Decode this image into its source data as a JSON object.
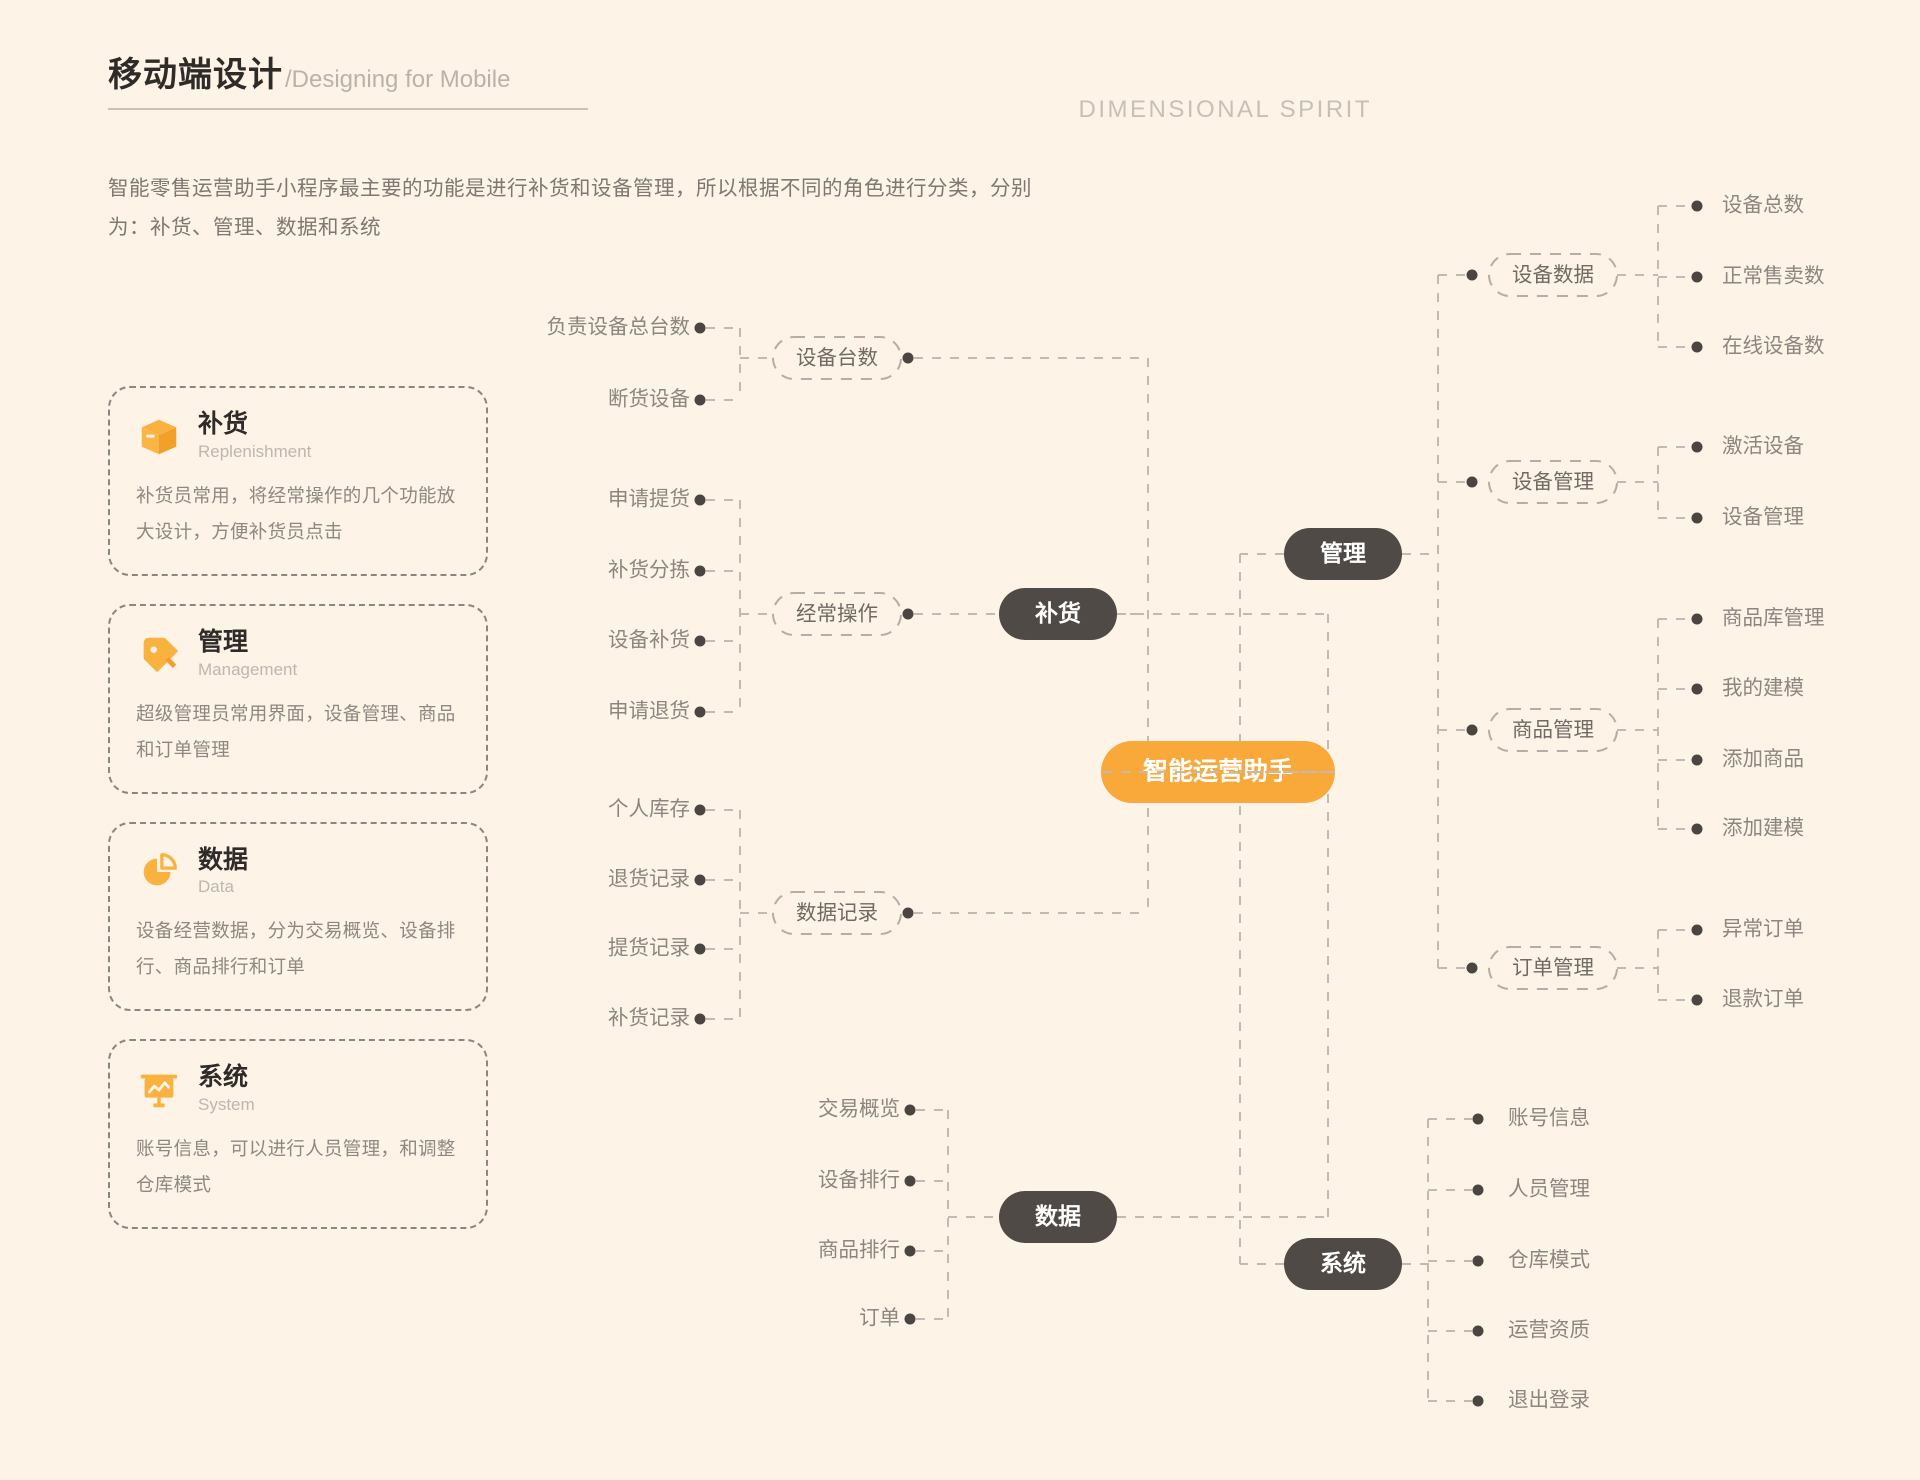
{
  "header": {
    "title_cn": "移动端设计",
    "title_en": "/Designing for Mobile",
    "brand": "DIMENSIONAL SPIRIT",
    "intro_line1": "智能零售运营助手小程序最主要的功能是进行补货和设备管理，所以根据不同的角色进行分类，分别",
    "intro_line2": "为：补货、管理、数据和系统"
  },
  "colors": {
    "background": "#fdf3e7",
    "accent_orange": "#f9a93a",
    "pill_dark": "#4f4a45",
    "text_muted": "#8b8680",
    "dash_line": "#c2bbb3"
  },
  "cards": [
    {
      "icon": "box-icon",
      "title_cn": "补货",
      "title_en": "Replenishment",
      "desc": "补货员常用，将经常操作的几个功能放大设计，方便补货员点击"
    },
    {
      "icon": "tag-icon",
      "title_cn": "管理",
      "title_en": "Management",
      "desc": "超级管理员常用界面，设备管理、商品和订单管理"
    },
    {
      "icon": "pie-chart-icon",
      "title_cn": "数据",
      "title_en": "Data",
      "desc": "设备经营数据，分为交易概览、设备排行、商品排行和订单"
    },
    {
      "icon": "presentation-chart-icon",
      "title_cn": "系统",
      "title_en": "System",
      "desc": "账号信息，可以进行人员管理，和调整仓库模式"
    }
  ],
  "mindmap": {
    "root": "智能运营助手",
    "branches": [
      {
        "name": "补货",
        "side": "left",
        "groups": [
          {
            "name": "设备台数",
            "leaves": [
              "负责设备总台数",
              "断货设备"
            ]
          },
          {
            "name": "经常操作",
            "leaves": [
              "申请提货",
              "补货分拣",
              "设备补货",
              "申请退货"
            ]
          },
          {
            "name": "数据记录",
            "leaves": [
              "个人库存",
              "退货记录",
              "提货记录",
              "补货记录"
            ]
          }
        ]
      },
      {
        "name": "数据",
        "side": "left",
        "groups": [
          {
            "name": "",
            "leaves": [
              "交易概览",
              "设备排行",
              "商品排行",
              "订单"
            ]
          }
        ]
      },
      {
        "name": "管理",
        "side": "right",
        "groups": [
          {
            "name": "设备数据",
            "leaves": [
              "设备总数",
              "正常售卖数",
              "在线设备数"
            ]
          },
          {
            "name": "设备管理",
            "leaves": [
              "激活设备",
              "设备管理"
            ]
          },
          {
            "name": "商品管理",
            "leaves": [
              "商品库管理",
              "我的建模",
              "添加商品",
              "添加建模"
            ]
          },
          {
            "name": "订单管理",
            "leaves": [
              "异常订单",
              "退款订单"
            ]
          }
        ]
      },
      {
        "name": "系统",
        "side": "right",
        "groups": [
          {
            "name": "",
            "leaves": [
              "账号信息",
              "人员管理",
              "仓库模式",
              "运营资质",
              "退出登录"
            ]
          }
        ]
      }
    ]
  }
}
